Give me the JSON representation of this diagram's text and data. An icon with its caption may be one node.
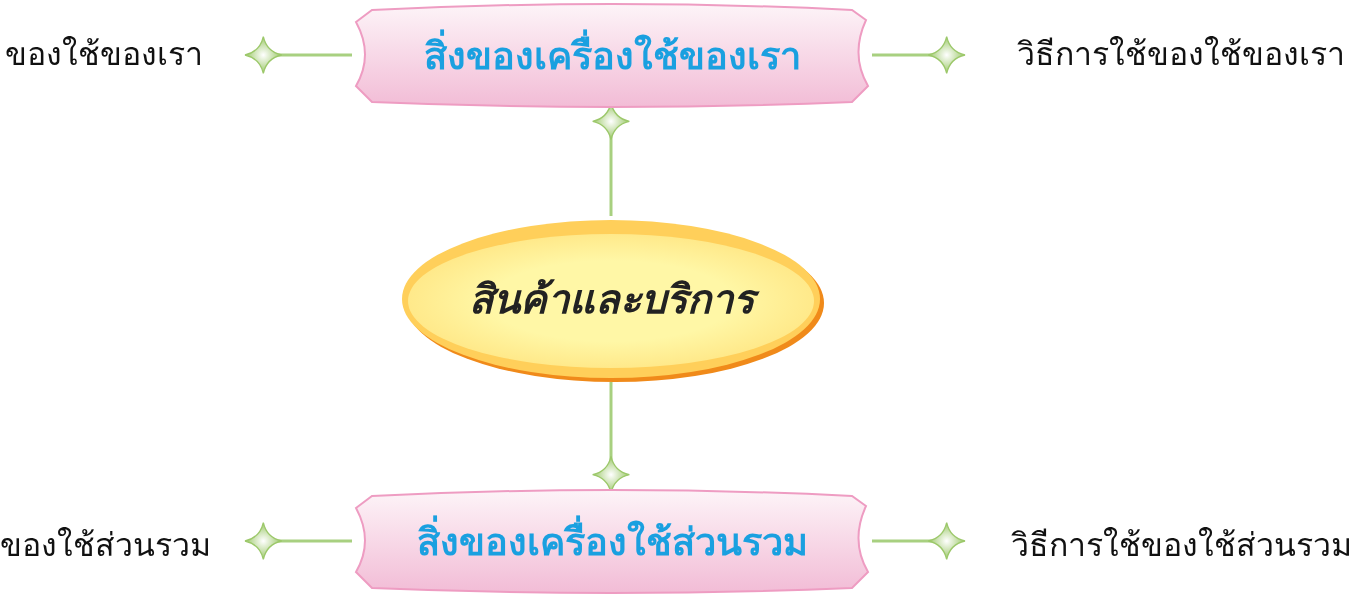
{
  "diagram": {
    "nodes": [
      {
        "text": [
          "สินค้าและบริการ"
        ]
      },
      {
        "text": [
          "สิ่งของเครื่องใช้ของเรา"
        ]
      },
      {
        "text": [
          "ของใช้ของเรา"
        ]
      },
      {
        "text": [
          "วิธีการใช้ของใช้ของเรา"
        ]
      },
      {
        "text": [
          "สิ่งของเครื่องใช้ส่วนรวม"
        ]
      },
      {
        "text": [
          "ของใช้ส่วนรวม"
        ]
      },
      {
        "text": [
          "วิธีการใช้ของใช้ส่วนรวม"
        ]
      }
    ],
    "edges": [
      {
        "from": 0,
        "to": 1,
        "arrow": "other"
      },
      {
        "from": 1,
        "to": 2,
        "arrow": "other"
      },
      {
        "from": 1,
        "to": 3,
        "arrow": "other"
      },
      {
        "from": 0,
        "to": 4,
        "arrow": "other"
      },
      {
        "from": 4,
        "to": 5,
        "arrow": "other"
      },
      {
        "from": 4,
        "to": 6,
        "arrow": "other"
      }
    ]
  }
}
